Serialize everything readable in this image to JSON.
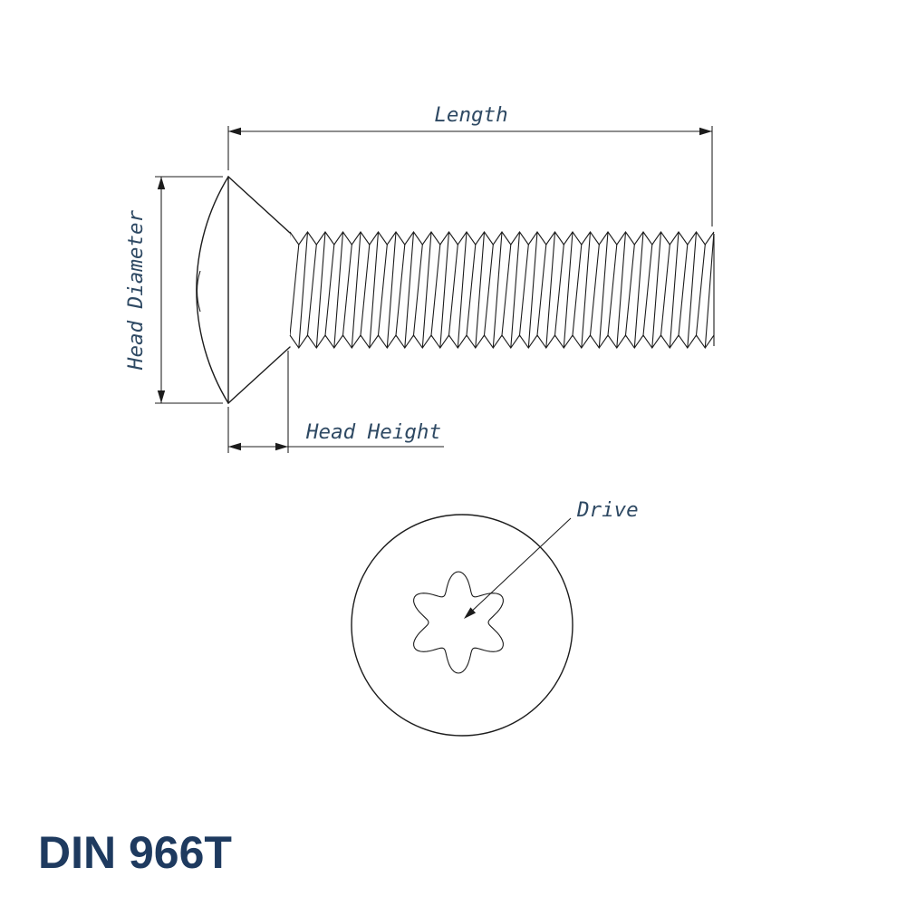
{
  "title": "DIN 966T",
  "drawing": {
    "labels": {
      "length": "Length",
      "head_diameter": "Head Diameter",
      "head_height": "Head Height",
      "drive": "Drive"
    },
    "thread_count": 24
  },
  "colors": {
    "background": "#ffffff",
    "line": "#1c1c1c",
    "label_text": "#2e4963",
    "title_text": "#1e3a5f"
  }
}
